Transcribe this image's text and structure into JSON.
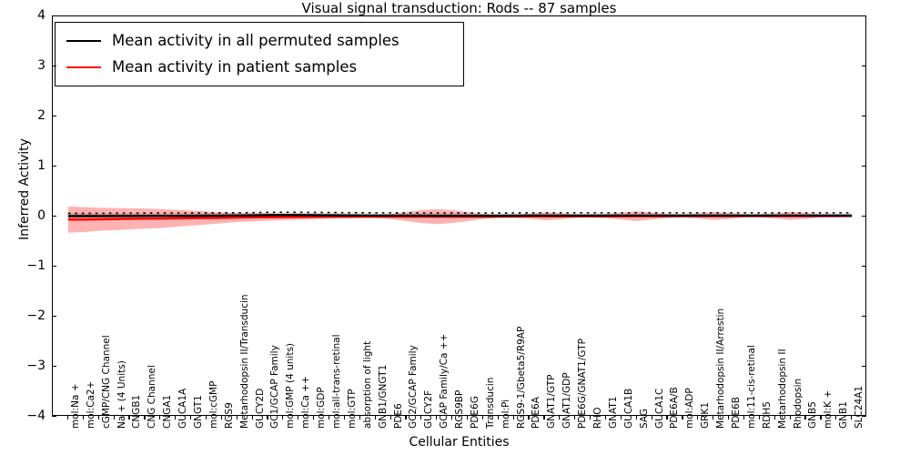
{
  "chart_data": {
    "type": "line",
    "title": "Visual signal transduction: Rods -- 87 samples",
    "xlabel": "Cellular Entities",
    "ylabel": "Inferred Activity",
    "ylim": [
      -4,
      4
    ],
    "yticks": [
      4,
      3,
      2,
      1,
      0,
      -1,
      -2,
      -3,
      -4
    ],
    "grid": false,
    "legend_position": "upper left",
    "legend": [
      {
        "label": "Mean activity in all permuted samples",
        "color": "#000000"
      },
      {
        "label": "Mean activity in patient samples",
        "color": "#ff0000"
      }
    ],
    "categories": [
      "mol:Na +",
      "mol:Ca2+",
      "cGMP/CNG Channel",
      "Na + (4 Units)",
      "CNGB1",
      "CNG Channel",
      "CNGA1",
      "GUCA1A",
      "GNGT1",
      "mol:cGMP",
      "RGS9",
      "Metarhodopsin II/Transducin",
      "GUCY2D",
      "GC1/GCAP Family",
      "mol:GMP (4 units)",
      "mol:Ca ++",
      "mol:GDP",
      "mol:all-trans-retinal",
      "mol:GTP",
      "absorption of light",
      "GNB1/GNGT1",
      "PDE6",
      "GC2/GCAP Family",
      "GUCY2F",
      "GCAP Family/Ca ++",
      "RGS9BP",
      "PDE6G",
      "Transducin",
      "mol:Pi",
      "RGS9-1/Gbeta5/R9AP",
      "PDE6A",
      "GNAT1/GTP",
      "GNAT1/GDP",
      "PDE6G/GNAT1/GTP",
      "RHO",
      "GNAT1",
      "GUCA1B",
      "SAG",
      "GUCA1C",
      "PDE6A/B",
      "mol:ADP",
      "GRK1",
      "Metarhodopsin II/Arrestin",
      "PDE6B",
      "mol:11-cis-retinal",
      "RDH5",
      "Metarhodopsin II",
      "Rhodopsin",
      "GNB5",
      "mol:K +",
      "GNB1",
      "SLC24A1"
    ],
    "series": [
      {
        "name": "Mean activity in all permuted samples",
        "color": "#000000",
        "style": "dotted-over-solid",
        "values": [
          0.01,
          0.01,
          0.01,
          0.012,
          0.012,
          0.014,
          0.014,
          0.015,
          0.016,
          0.018,
          0.02,
          0.022,
          0.024,
          0.03,
          0.032,
          0.03,
          0.028,
          0.026,
          0.024,
          0.022,
          0.02,
          0.02,
          0.018,
          0.018,
          0.016,
          0.016,
          0.016,
          0.016,
          0.016,
          0.018,
          0.02,
          0.02,
          0.02,
          0.02,
          0.02,
          0.02,
          0.02,
          0.02,
          0.02,
          0.02,
          0.02,
          0.02,
          0.02,
          0.02,
          0.02,
          0.02,
          0.02,
          0.02,
          0.02,
          0.02,
          0.02,
          0.02
        ],
        "band_halfwidth": [
          0.055,
          0.055,
          0.05,
          0.05,
          0.05,
          0.048,
          0.048,
          0.046,
          0.046,
          0.045,
          0.045,
          0.045,
          0.045,
          0.045,
          0.045,
          0.044,
          0.044,
          0.044,
          0.043,
          0.043,
          0.043,
          0.043,
          0.042,
          0.042,
          0.042,
          0.042,
          0.042,
          0.042,
          0.042,
          0.042,
          0.042,
          0.042,
          0.042,
          0.042,
          0.042,
          0.042,
          0.042,
          0.042,
          0.042,
          0.042,
          0.042,
          0.042,
          0.042,
          0.042,
          0.042,
          0.042,
          0.042,
          0.042,
          0.042,
          0.042,
          0.042,
          0.042
        ]
      },
      {
        "name": "Mean activity in patient samples",
        "color": "#ff0000",
        "style": "solid",
        "values": [
          -0.06,
          -0.06,
          -0.055,
          -0.05,
          -0.045,
          -0.04,
          -0.04,
          -0.035,
          -0.03,
          -0.028,
          -0.025,
          -0.02,
          -0.015,
          -0.012,
          -0.01,
          -0.008,
          -0.006,
          -0.004,
          -0.002,
          0.0,
          0.0,
          0.0,
          0.0,
          0.0,
          0.0,
          0.0,
          0.0,
          0.0,
          0.002,
          0.004,
          0.006,
          0.006,
          0.006,
          0.006,
          0.008,
          0.008,
          0.008,
          0.01,
          0.01,
          0.01,
          0.012,
          0.012,
          0.012,
          0.012,
          0.014,
          0.014,
          0.014,
          0.014,
          0.014,
          0.014,
          0.014,
          0.014
        ],
        "band_halfwidth": [
          0.26,
          0.25,
          0.23,
          0.22,
          0.21,
          0.2,
          0.19,
          0.17,
          0.15,
          0.13,
          0.11,
          0.09,
          0.08,
          0.07,
          0.06,
          0.05,
          0.045,
          0.04,
          0.035,
          0.03,
          0.03,
          0.05,
          0.09,
          0.13,
          0.15,
          0.13,
          0.09,
          0.05,
          0.03,
          0.03,
          0.05,
          0.08,
          0.06,
          0.03,
          0.03,
          0.04,
          0.07,
          0.1,
          0.07,
          0.04,
          0.03,
          0.05,
          0.08,
          0.06,
          0.03,
          0.03,
          0.05,
          0.08,
          0.06,
          0.03,
          0.03,
          0.02
        ]
      }
    ]
  }
}
